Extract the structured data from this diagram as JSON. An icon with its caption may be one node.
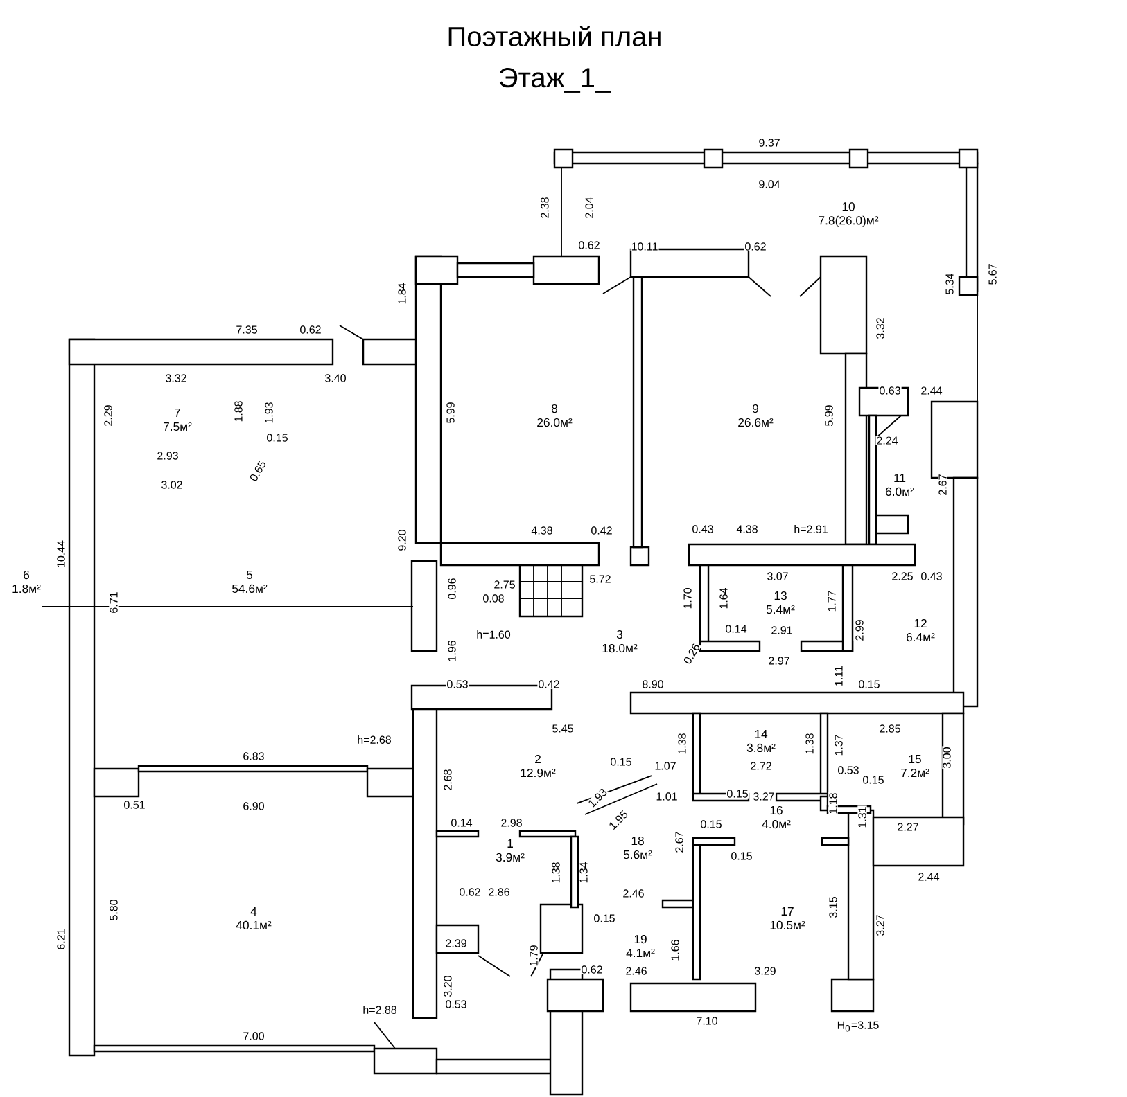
{
  "diagram": {
    "title": "Поэтажный план",
    "nodes": [
      {
        "text": [
          "1",
          "3.9м²"
        ]
      },
      {
        "text": [
          "2",
          "12.9м²"
        ]
      },
      {
        "text": [
          "3",
          "18.0м²"
        ]
      },
      {
        "text": [
          "4",
          "40.1м²"
        ]
      },
      {
        "text": [
          "5",
          "54.6м²"
        ]
      },
      {
        "text": [
          "6",
          "1.8м²"
        ]
      },
      {
        "text": [
          "7",
          "7.5м²"
        ]
      },
      {
        "text": [
          "8",
          "26.0м²"
        ]
      },
      {
        "text": [
          "9",
          "26.6м²"
        ]
      },
      {
        "text": [
          "10",
          "7.8(26.0)м²"
        ]
      },
      {
        "text": [
          "11",
          "6.0м²"
        ]
      },
      {
        "text": [
          "12",
          "6.4м²"
        ]
      },
      {
        "text": [
          "13",
          "5.4м²"
        ]
      },
      {
        "text": [
          "14",
          "3.8м²"
        ]
      },
      {
        "text": [
          "15",
          "7.2м²"
        ]
      },
      {
        "text": [
          "16",
          "4.0м²"
        ]
      },
      {
        "text": [
          "17",
          "10.5м²"
        ]
      },
      {
        "text": [
          "18",
          "5.6м²"
        ]
      },
      {
        "text": [
          "19",
          "4.1м²"
        ]
      }
    ],
    "labels": [
      "Этаж_1_",
      "9.37",
      "2.38",
      "2.04",
      "9.04",
      "0.62",
      "10.11",
      "0.62",
      "5.34",
      "5.67",
      "1.84",
      "3.32",
      "7.35",
      "0.62",
      "3.32",
      "3.40",
      "2.29",
      "1.88",
      "1.93",
      "5.99",
      "5.99",
      "0.63",
      "2.44",
      "0.15",
      "2.93",
      "0.65",
      "3.02",
      "2.24",
      "2.67",
      "10.44",
      "9.20",
      "4.38",
      "0.42",
      "0.43",
      "4.38",
      "h=2.91",
      "5.72",
      "0.96",
      "2.75",
      "0.08",
      "3.07",
      "2.25",
      "0.43",
      "6.71",
      "1.70",
      "1.64",
      "1.77",
      "h=1.60",
      "1.96",
      "0.14",
      "2.91",
      "2.99",
      "0.26",
      "2.97",
      "1.11",
      "0.53",
      "0.42",
      "8.90",
      "0.15",
      "5.45",
      "2.85",
      "h=2.68",
      "1.38",
      "1.38",
      "1.37",
      "1.07",
      "2.72",
      "0.53",
      "0.15",
      "3.00",
      "2.68",
      "6.83",
      "0.51",
      "6.90",
      "0.15",
      "1.93",
      "1.95",
      "1.01",
      "0.15",
      "3.27",
      "1.18",
      "1.31",
      "0.14",
      "2.98",
      "0.15",
      "2.27",
      "2.67",
      "0.15",
      "1.38",
      "1.34",
      "2.44",
      "0.62",
      "2.86",
      "2.46",
      "0.15",
      "3.15",
      "3.27",
      "5.80",
      "6.21",
      "2.39",
      "1.79",
      "1.66",
      "3.20",
      "0.62",
      "2.46",
      "3.29",
      "0.53",
      "h=2.88",
      "7.00",
      "7.10",
      "H$_{0}$=3.15"
    ]
  }
}
